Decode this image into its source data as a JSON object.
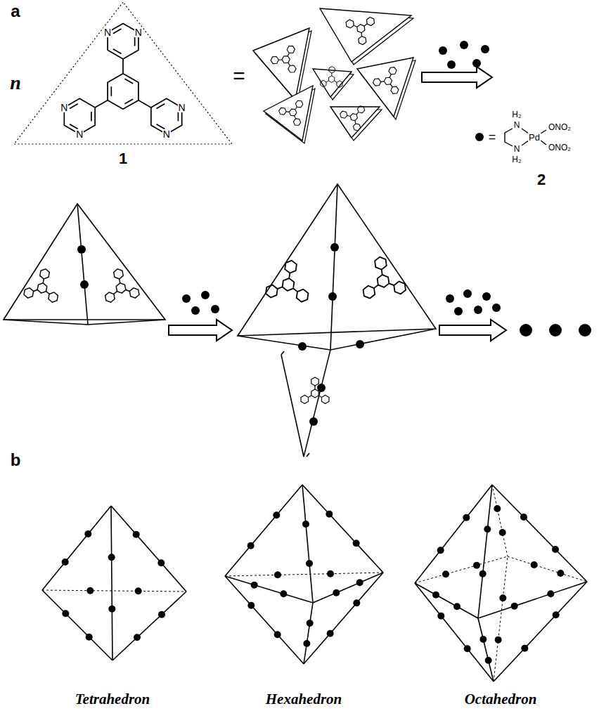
{
  "diagram": {
    "labels": [
      "a",
      "n",
      "N",
      "N",
      "N",
      "N",
      "N",
      "N",
      "1",
      "=",
      "2",
      "=",
      "H₂",
      "N",
      "Pd",
      "ONO₂",
      "N",
      "H₂",
      "ONO₂",
      "b",
      "Tetrahedron",
      "Hexahedron",
      "Octahedron"
    ]
  }
}
